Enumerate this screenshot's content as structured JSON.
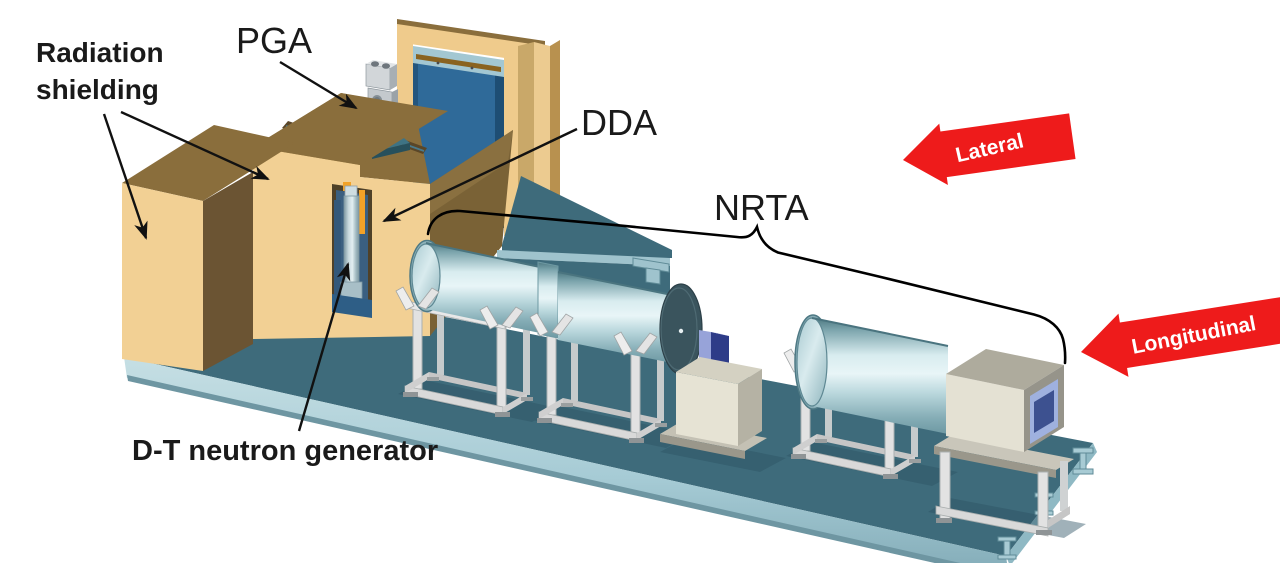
{
  "figure": {
    "type": "3d-technical-illustration",
    "labels": {
      "radiation_shielding": "Radiation shielding",
      "pga": "PGA",
      "dda": "DDA",
      "nrta": "NRTA",
      "dt_neutron_generator": "D-T neutron generator"
    },
    "direction_arrows": {
      "lateral": "Lateral",
      "longitudinal": "Longitudinal"
    },
    "colors": {
      "label_text": "#1a1a1a",
      "leader_line": "#111111",
      "direction_arrow": "#ee1b1b",
      "direction_arrow_text": "#ffffff",
      "shielding_front": "#f2d094",
      "shielding_side_shadow": "#7a6236",
      "shielding_top": "#8a6e3c",
      "door_panel_blue": "#2f6a99",
      "platform_top": "#3e6b7b",
      "platform_edge": "#a6cbd5",
      "cylinder_steel": "#d8ecef",
      "stand_gray": "#dcdcdc",
      "generator_orange": "#f2a227",
      "detector_window_blue": "#3d5190"
    }
  }
}
